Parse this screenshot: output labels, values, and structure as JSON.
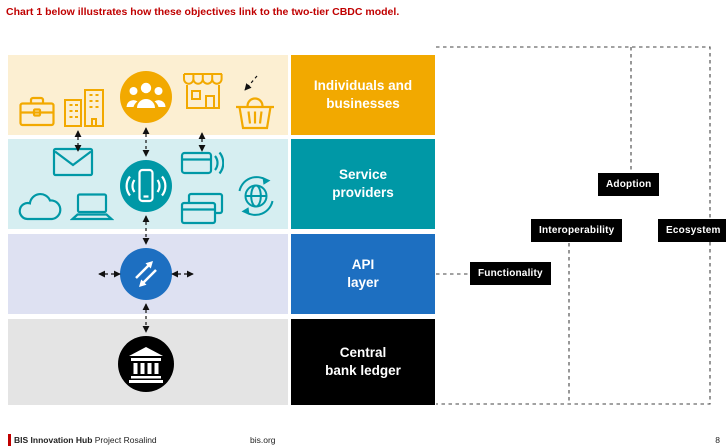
{
  "caption": "Chart 1 below illustrates how these objectives link to the two-tier CBDC model.",
  "tiers": [
    {
      "label": "Individuals and\nbusinesses"
    },
    {
      "label": "Service\nproviders"
    },
    {
      "label": "API\nlayer"
    },
    {
      "label": "Central\nbank ledger"
    }
  ],
  "objectives": [
    {
      "label": "Functionality"
    },
    {
      "label": "Interoperability"
    },
    {
      "label": "Adoption"
    },
    {
      "label": "Ecosystem"
    }
  ],
  "icons": [
    "briefcase-icon",
    "buildings-icon",
    "people-icon",
    "shop-icon",
    "basket-icon",
    "envelope-icon",
    "cloud-icon",
    "laptop-icon",
    "smartphone-icon",
    "contactless-card-icon",
    "credit-cards-icon",
    "globe-sync-icon",
    "exchange-arrows-icon",
    "bank-icon"
  ],
  "colors": {
    "accent-red": "#C00000",
    "tier1": "#F2A900",
    "tier1-bg": "#FCEFD2",
    "tier2": "#0098A6",
    "tier2-bg": "#D6EEF1",
    "tier3": "#1D6FC1",
    "tier3-bg": "#DEE1F2",
    "tier4": "#000000",
    "tier4-bg": "#E4E4E4"
  },
  "footer": {
    "org": "BIS Innovation Hub",
    "project": "Project Rosalind",
    "site": "bis.org",
    "page_number": "8"
  }
}
